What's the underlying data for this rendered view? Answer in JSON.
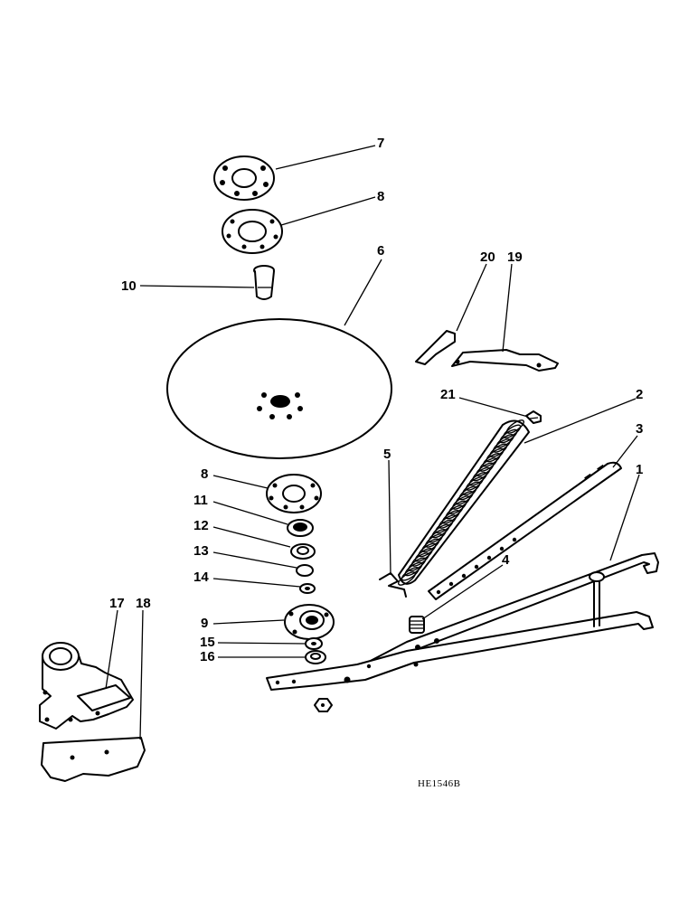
{
  "callouts": {
    "c1": "1",
    "c2": "2",
    "c3": "3",
    "c4": "4",
    "c5": "5",
    "c6": "6",
    "c7": "7",
    "c8a": "8",
    "c8b": "8",
    "c9": "9",
    "c10": "10",
    "c11": "11",
    "c12": "12",
    "c13": "13",
    "c14": "14",
    "c15": "15",
    "c16": "16",
    "c17": "17",
    "c18": "18",
    "c19": "19",
    "c20": "20",
    "c21": "21"
  },
  "figure_code": "HE1546B"
}
